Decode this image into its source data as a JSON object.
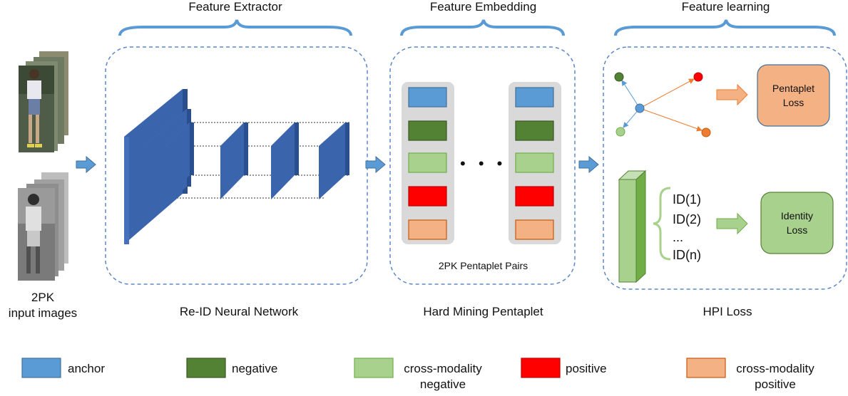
{
  "headers": {
    "extractor": "Feature Extractor",
    "embedding": "Feature Embedding",
    "learning": "Feature learning"
  },
  "footers": {
    "network": "Re-ID Neural Network",
    "mining": "Hard Mining Pentaplet",
    "loss": "HPI Loss"
  },
  "input": {
    "line1": "2PK",
    "line2": "input images"
  },
  "embedding": {
    "pairs_label": "2PK Pentaplet Pairs",
    "ellipsis": "• • •",
    "column_colors": [
      "#5b9bd5",
      "#548235",
      "#a9d18e",
      "#ff0000",
      "#f4b183"
    ]
  },
  "losses": {
    "pentaplet_line1": "Pentaplet",
    "pentaplet_line2": "Loss",
    "identity_line1": "Identity",
    "identity_line2": "Loss",
    "ids": [
      "ID(1)",
      "ID(2)",
      "...",
      "ID(n)"
    ]
  },
  "legend": [
    {
      "color": "#5b9bd5",
      "line1": "anchor",
      "line2": ""
    },
    {
      "color": "#548235",
      "line1": "negative",
      "line2": ""
    },
    {
      "color": "#a9d18e",
      "line1": "cross-modality",
      "line2": "negative"
    },
    {
      "color": "#ff0000",
      "line1": "positive",
      "line2": ""
    },
    {
      "color": "#f4b183",
      "line1": "cross-modality",
      "line2": "positive"
    }
  ],
  "colors": {
    "accent_blue": "#4472c4",
    "dashed_border": "#5b87c7",
    "brace": "#5b9bd5",
    "pentaplet_box": "#f4b183",
    "identity_box": "#a9d18e"
  }
}
